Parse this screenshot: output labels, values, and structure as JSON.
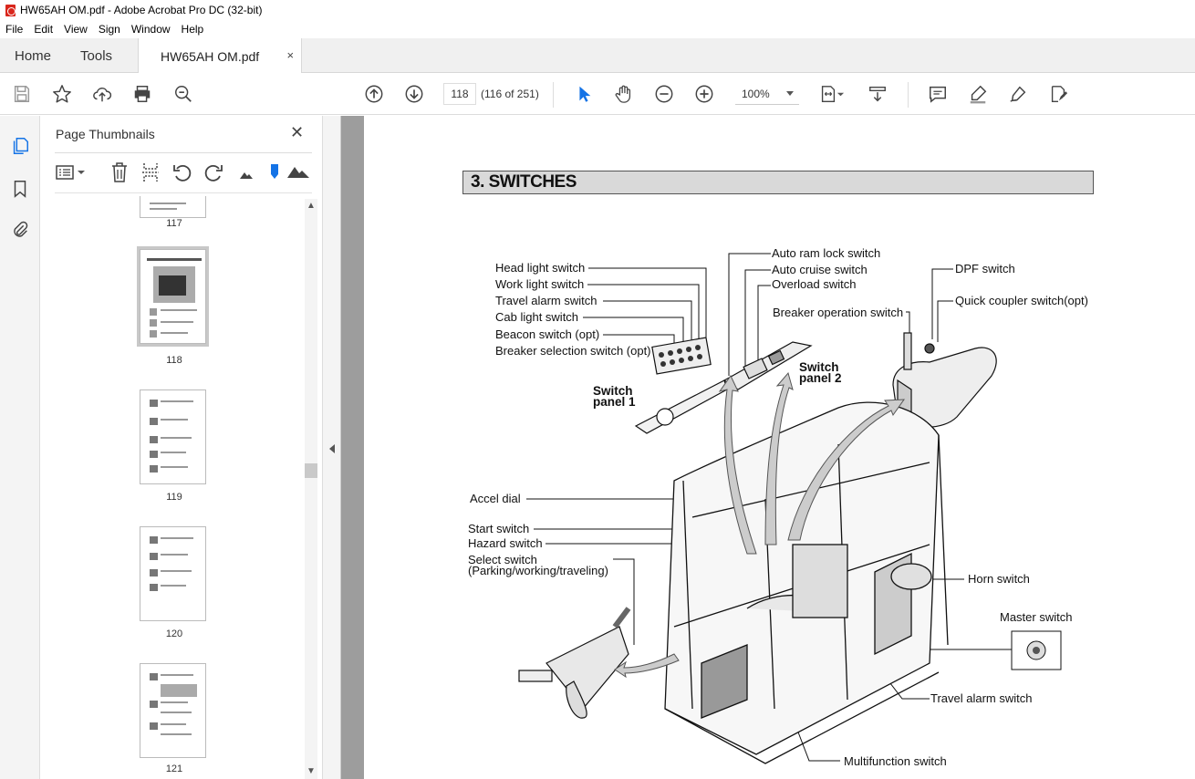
{
  "window": {
    "title": "HW65AH OM.pdf - Adobe Acrobat Pro DC (32-bit)"
  },
  "menu": [
    "File",
    "Edit",
    "View",
    "Sign",
    "Window",
    "Help"
  ],
  "tabs": {
    "home": "Home",
    "tools": "Tools",
    "doc": "HW65AH OM.pdf",
    "close": "×"
  },
  "toolbar": {
    "page_number": "118",
    "page_count": "(116 of 251)",
    "zoom": "100%"
  },
  "thumbnails": {
    "title": "Page Thumbnails",
    "close": "✕",
    "pages": [
      "117",
      "118",
      "119",
      "120",
      "121"
    ],
    "selected": "118"
  },
  "document": {
    "section_title": "3. SWITCHES",
    "labels": {
      "head_light": "Head light switch",
      "work_light": "Work light switch",
      "travel_alarm": "Travel alarm switch",
      "cab_light": "Cab light switch",
      "beacon": "Beacon switch (opt)",
      "breaker_selection": "Breaker selection switch (opt)",
      "panel1_a": "Switch",
      "panel1_b": "panel 1",
      "panel2_a": "Switch",
      "panel2_b": "panel 2",
      "auto_ram": "Auto ram lock switch",
      "auto_cruise": "Auto cruise switch",
      "overload": "Overload switch",
      "breaker_operation": "Breaker operation switch",
      "dpf": "DPF switch",
      "quick_coupler": "Quick coupler switch(opt)",
      "accel": "Accel dial",
      "start": "Start switch",
      "hazard": "Hazard switch",
      "select": "Select switch",
      "select_sub": "(Parking/working/traveling)",
      "horn": "Horn switch",
      "master": "Master switch",
      "travel_alarm_2": "Travel alarm switch",
      "multifunction": "Multifunction switch"
    }
  },
  "colors": {
    "acrobat_red": "#d9261c",
    "selection_blue": "#1473e6"
  }
}
